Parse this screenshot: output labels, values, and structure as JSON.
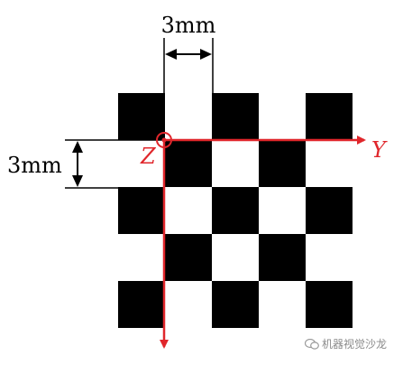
{
  "labels": {
    "dim_top": "3mm",
    "dim_left": "3mm",
    "axis_z": "Z",
    "axis_y": "Y"
  },
  "watermark": {
    "text": "机器视觉沙龙",
    "icon": "wechat-icon"
  },
  "board": {
    "rows": 5,
    "cols": 5,
    "pattern": [
      [
        1,
        0,
        1,
        0,
        1
      ],
      [
        0,
        1,
        0,
        1,
        0
      ],
      [
        1,
        0,
        1,
        0,
        1
      ],
      [
        0,
        1,
        0,
        1,
        0
      ],
      [
        1,
        0,
        1,
        0,
        1
      ]
    ]
  },
  "colors": {
    "square": "#000000",
    "axis": "#e0262b",
    "dimension": "#000000"
  }
}
